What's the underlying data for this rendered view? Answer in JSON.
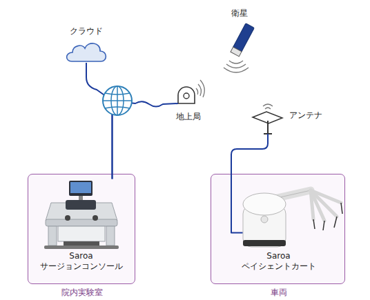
{
  "diagram": {
    "nodes": [
      {
        "text": [
          "クラウド"
        ]
      },
      {
        "text": [
          "衛星"
        ]
      },
      {
        "text": [
          "地上局"
        ]
      },
      {
        "text": [
          "アンテナ"
        ]
      },
      {
        "text": [
          "院内実験室"
        ]
      },
      {
        "text": [
          "Saroa サージョンコンソール"
        ],
        "in": 4
      },
      {
        "text": [
          "車両"
        ]
      },
      {
        "text": [
          "Saroa ペイシェントカート"
        ],
        "in": 6
      }
    ],
    "edges": [
      {
        "from": 5,
        "to": 0,
        "arrow": "none"
      },
      {
        "from": 5,
        "to": 2,
        "arrow": "none"
      },
      {
        "from": 3,
        "to": 7,
        "arrow": "none"
      }
    ]
  }
}
